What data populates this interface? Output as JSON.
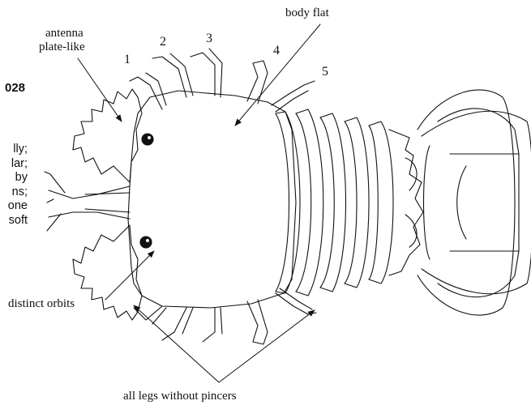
{
  "labels": {
    "antenna": "antenna",
    "plate_like": "plate-like",
    "body_flat": "body flat",
    "distinct_orbits": "distinct orbits",
    "legs": "all legs without pincers"
  },
  "leg_numbers": [
    "1",
    "2",
    "3",
    "4",
    "5"
  ],
  "side_text": {
    "code": "028",
    "lines": [
      "lly;",
      "lar;",
      "by",
      "ns;",
      "one",
      "soft"
    ]
  },
  "colors": {
    "ink": "#111111",
    "paper": "#ffffff"
  }
}
